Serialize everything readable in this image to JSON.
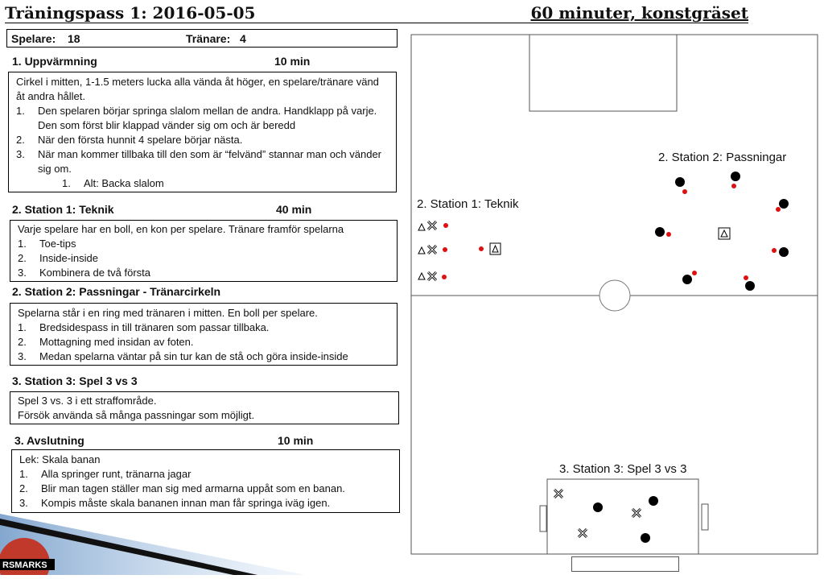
{
  "header": {
    "title": "Träningspass 1: 2016-05-05",
    "subtitle": "60 minuter, konstgräset"
  },
  "stats": {
    "players_label": "Spelare:",
    "players_value": "18",
    "coaches_label": "Tränare:",
    "coaches_value": "4"
  },
  "sections": {
    "warmup": {
      "heading": "1. Uppvärmning",
      "time": "10 min",
      "intro": "Cirkel i mitten, 1-1.5 meters lucka alla vända åt höger, en spelare/tränare vänd åt andra hållet.",
      "items": [
        "Den spelaren börjar springa slalom mellan de andra. Handklapp på varje. Den som först blir klappad vänder sig om och är beredd",
        "När den första hunnit 4 spelare börjar nästa.",
        "När man kommer tillbaka till den som är “felvänd” stannar man och vänder sig om."
      ],
      "sub_item": "Alt: Backa slalom"
    },
    "station1": {
      "heading": "2. Station 1: Teknik",
      "time": "40 min",
      "intro": "Varje spelare har en boll, en kon per spelare. Tränare framför spelarna",
      "items": [
        "Toe-tips",
        "Inside-inside",
        "Kombinera de två första"
      ]
    },
    "station2": {
      "heading": "2. Station 2: Passningar - Tränarcirkeln",
      "intro": "Spelarna står i en ring med tränaren i mitten. En boll per spelare.",
      "items": [
        "Bredsidespass in till tränaren som passar tillbaka.",
        "Mottagning med insidan av foten.",
        "Medan spelarna väntar på sin tur kan de stå och göra inside-inside"
      ]
    },
    "station3": {
      "heading": "3. Station 3: Spel 3 vs 3",
      "line1": "Spel 3 vs. 3 i ett straffområde.",
      "line2": "Försök använda så många passningar som möjligt."
    },
    "cooldown": {
      "heading": "3. Avslutning",
      "time": "10 min",
      "intro": "Lek: Skala banan",
      "items": [
        "Alla springer runt, tränarna jagar",
        "Blir man tagen ställer man sig med armarna uppåt som en banan.",
        "Kompis måste skala bananen innan man får springa iväg igen."
      ]
    }
  },
  "field": {
    "label_station1": "2. Station 1: Teknik",
    "label_station2": "2. Station 2: Passningar",
    "label_station3": "3. Station 3: Spel 3 vs 3",
    "marker_colors": {
      "player": "#000000",
      "ball": "#dd1111"
    }
  },
  "logo": {
    "text": "RSMARKS"
  }
}
